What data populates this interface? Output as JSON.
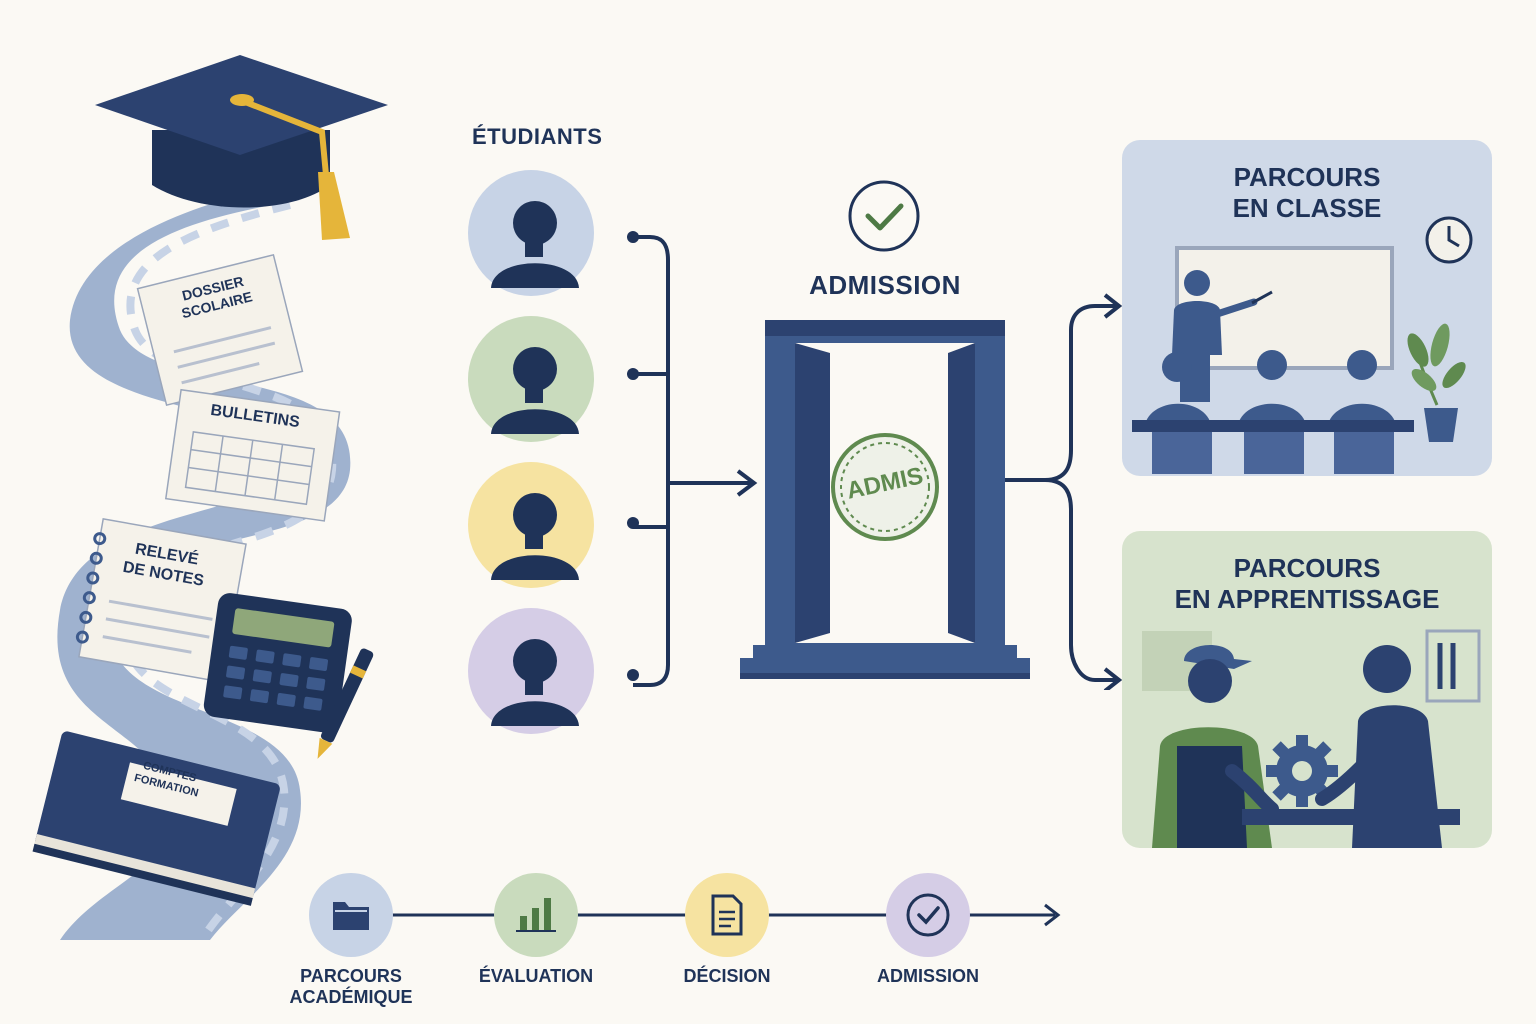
{
  "students": {
    "title": "ÉTUDIANTS",
    "items": [
      {
        "color": "#c7d3e6"
      },
      {
        "color": "#c9dbbd"
      },
      {
        "color": "#f6e3a1"
      },
      {
        "color": "#d5cde6"
      }
    ]
  },
  "admission": {
    "title": "ADMISSION",
    "stamp": "ADMIS"
  },
  "paths": [
    {
      "lines": [
        "PARCOURS",
        "EN CLASSE"
      ],
      "color": "#cfd9e8"
    },
    {
      "lines": [
        "PARCOURS",
        "EN APPRENTISSAGE"
      ],
      "color": "#d7e3cd"
    }
  ],
  "documents": {
    "dossier": [
      "DOSSIER",
      "SCOLAIRE"
    ],
    "bulletins": "BULLETINS",
    "releve": [
      "RELEVÉ",
      "DE NOTES"
    ],
    "comptes": [
      "COMPTES",
      "FORMATION"
    ]
  },
  "timeline": [
    {
      "lines": [
        "PARCOURS",
        "ACADÉMIQUE"
      ],
      "icon": "folder-icon",
      "color": "#c7d3e6"
    },
    {
      "lines": [
        "ÉVALUATION"
      ],
      "icon": "bar-chart-icon",
      "color": "#c9dbbd"
    },
    {
      "lines": [
        "DÉCISION"
      ],
      "icon": "document-icon",
      "color": "#f6e3a1"
    },
    {
      "lines": [
        "ADMISSION"
      ],
      "icon": "check-circle-icon",
      "color": "#d5cde6"
    }
  ],
  "colors": {
    "navy": "#1f3358",
    "accent": "#3d5a8c",
    "green": "#5f8a4f",
    "gold": "#e5b53a"
  }
}
